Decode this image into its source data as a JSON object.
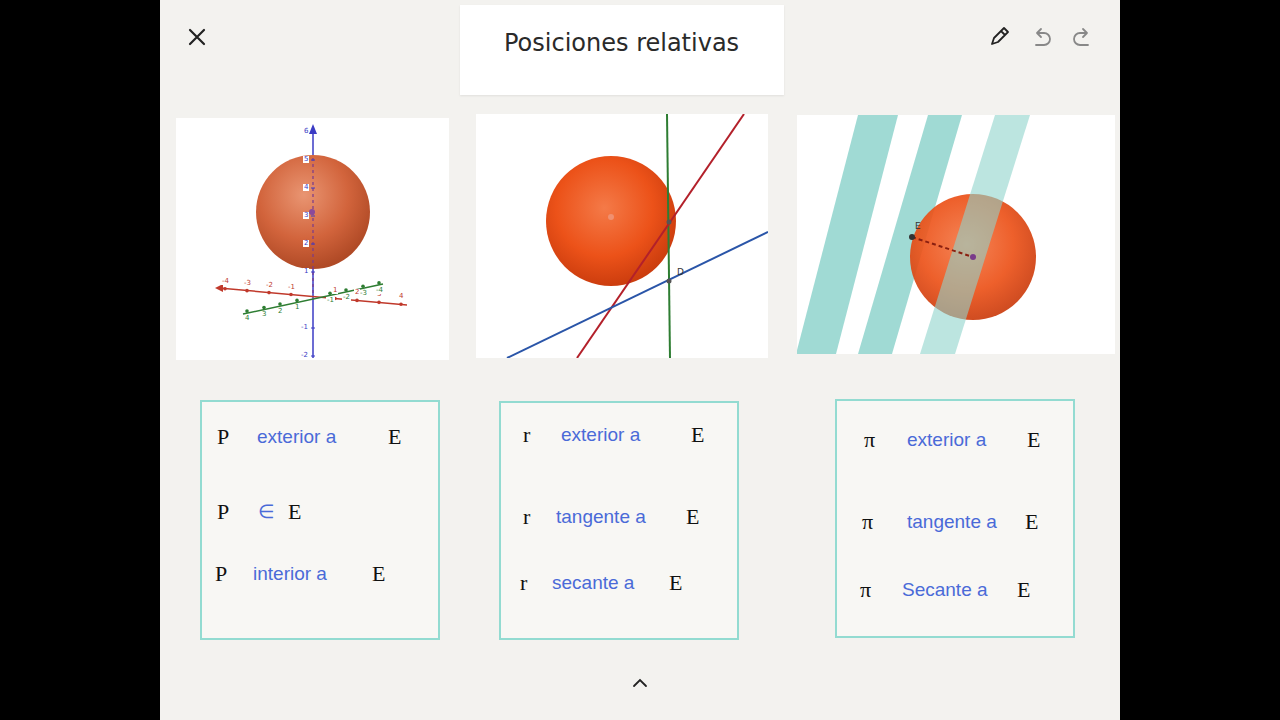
{
  "diagram": {
    "title": "Posiciones relativas",
    "nodes": [
      {
        "text": [
          "P",
          "exterior a",
          "E",
          "P",
          "∈",
          "E",
          "P",
          "interior a",
          "E"
        ]
      },
      {
        "text": [
          "r",
          "exterior a",
          "E",
          "r",
          "tangente a",
          "E",
          "r",
          "secante a",
          "E"
        ]
      },
      {
        "text": [
          "π",
          "exterior a",
          "E",
          "π",
          "tangente a",
          "E",
          "π",
          "Secante a",
          "E"
        ]
      }
    ],
    "labels": [
      "6",
      "5",
      "4",
      "3",
      "2",
      "1",
      "-1",
      "-2",
      "-4",
      "-3",
      "-2",
      "-1",
      "1",
      "2",
      "3",
      "4",
      "4",
      "3",
      "2",
      "1",
      "-1",
      "-2",
      "-3",
      "-4",
      "D",
      "E"
    ]
  }
}
